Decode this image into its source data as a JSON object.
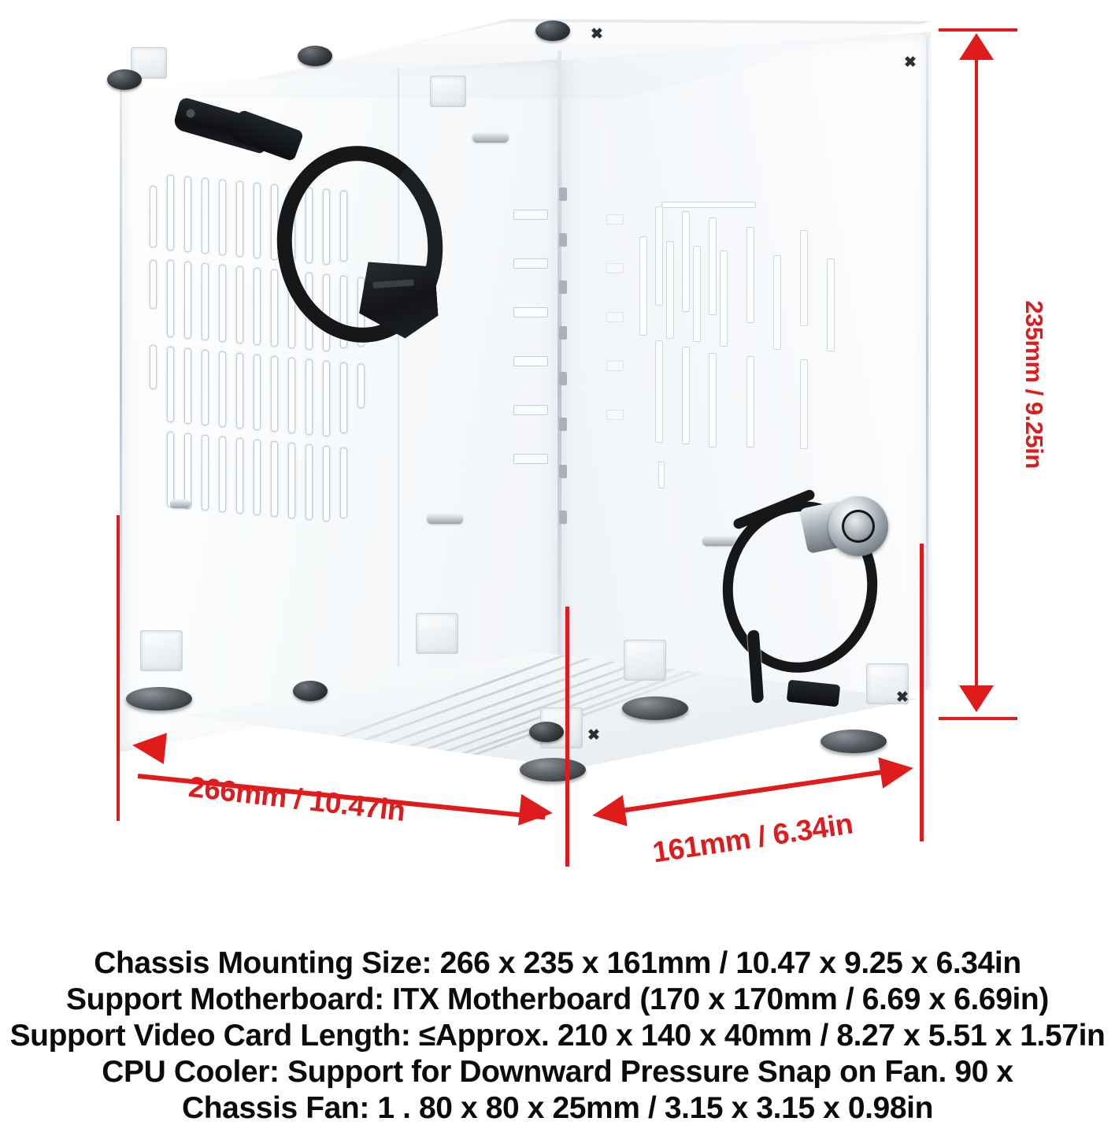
{
  "product": {
    "name": "acrylic-itx-computer-case",
    "photo_alt": "Transparent acrylic mini ITX PC chassis, open frame cube, shown at an angle with dimension callouts",
    "parts": {
      "top_panel": "top-panel",
      "left_panel": "left-side-vent-panel",
      "right_panel": "right-side-motherboard-panel",
      "bottom_plate": "bottom-vent-plate",
      "feet": "rubber-foot",
      "power_cable": "iec-power-extension-cable",
      "power_button": "metal-power-button"
    }
  },
  "dimensions": {
    "accent_color": "#e01b1b",
    "height": {
      "label": "235mm / 9.25in",
      "mm": 235,
      "in": 9.25,
      "orientation": "vertical",
      "position": "right"
    },
    "width": {
      "label": "266mm / 10.47in",
      "mm": 266,
      "in": 10.47,
      "orientation": "diagonal",
      "position": "bottom-left"
    },
    "depth": {
      "label": "161mm / 6.34in",
      "mm": 161,
      "in": 6.34,
      "orientation": "diagonal",
      "position": "bottom-right"
    }
  },
  "specs": {
    "lines": [
      "Chassis Mounting Size: 266 x 235 x 161mm / 10.47 x 9.25 x 6.34in",
      "Support Motherboard: ITX Motherboard (170 x 170mm / 6.69 x 6.69in)",
      "Support Video Card Length: ≤Approx. 210 x 140 x 40mm / 8.27 x 5.51 x 1.57in",
      "CPU Cooler: Support for Downward Pressure Snap on Fan. 90 x",
      "Chassis Fan: 1 . 80 x 80 x 25mm / 3.15 x 3.15 x 0.98in"
    ]
  }
}
